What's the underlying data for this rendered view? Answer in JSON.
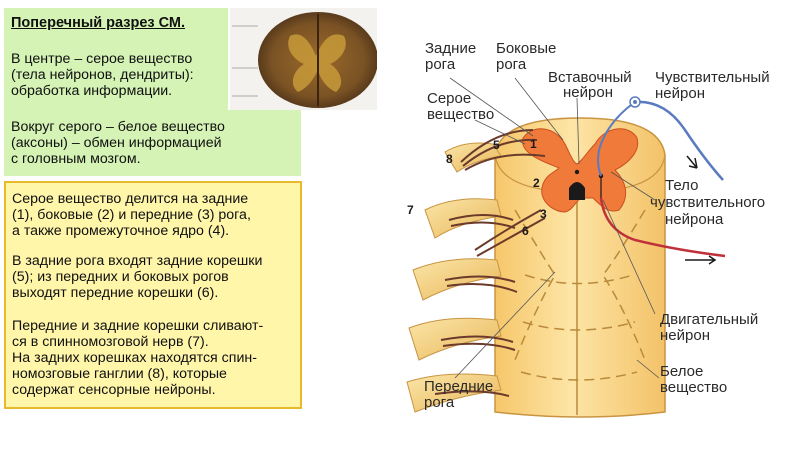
{
  "left_panel": {
    "title": "Поперечный разрез СМ.",
    "p1": [
      "В центре – серое вещество",
      "(тела нейронов, дендриты):",
      "обработка информации."
    ],
    "p2": [
      "Вокруг серого – белое вещество",
      "(аксоны) – обмен информацией",
      "с головным мозгом."
    ],
    "p3": [
      "Серое вещество делится на задние",
      "(1), боковые (2) и передние (3) рога,",
      "а также промежуточное ядро (4)."
    ],
    "p4": [
      "В задние рога входят задние корешки",
      "(5); из передних и боковых рогов",
      "выходят передние корешки (6)."
    ],
    "p5": [
      "Передние и задние корешки сливают-",
      "ся в спинномозговой нерв (7).",
      "На задних корешках находятся спин-",
      "номозговые ганглии (8), которые",
      "содержат сенсорные нейроны."
    ]
  },
  "diagram": {
    "labels": {
      "posterior_horns": [
        "Задние",
        "рога"
      ],
      "lateral_horns": [
        "Боковые",
        "рога"
      ],
      "interneuron": [
        "Вставочный",
        "нейрон"
      ],
      "sensory_neuron": [
        "Чувствительный",
        "нейрон"
      ],
      "gray_matter": [
        "Серое",
        "вещество"
      ],
      "sensory_body": [
        "Тело",
        "чувствительного",
        "нейрона"
      ],
      "motor_neuron": [
        "Двигательный",
        "нейрон"
      ],
      "white_matter": [
        "Белое",
        "вещество"
      ],
      "anterior_horns": [
        "Передние",
        "рога"
      ]
    },
    "numbers": {
      "n1": "1",
      "n2": "2",
      "n3": "3",
      "n5": "5",
      "n6": "6",
      "n7": "7",
      "n8": "8"
    }
  },
  "colors": {
    "green_panel": "#d4f3b4",
    "yellow_panel": "#fff6a9",
    "yellow_border": "#e8b92a",
    "cord": "#fbd98a",
    "gray_matter": "#f07a3a",
    "nerve": "#6b3a2a",
    "sensory_fiber": "#5b7bc0",
    "motor_fiber": "#c0303a"
  }
}
